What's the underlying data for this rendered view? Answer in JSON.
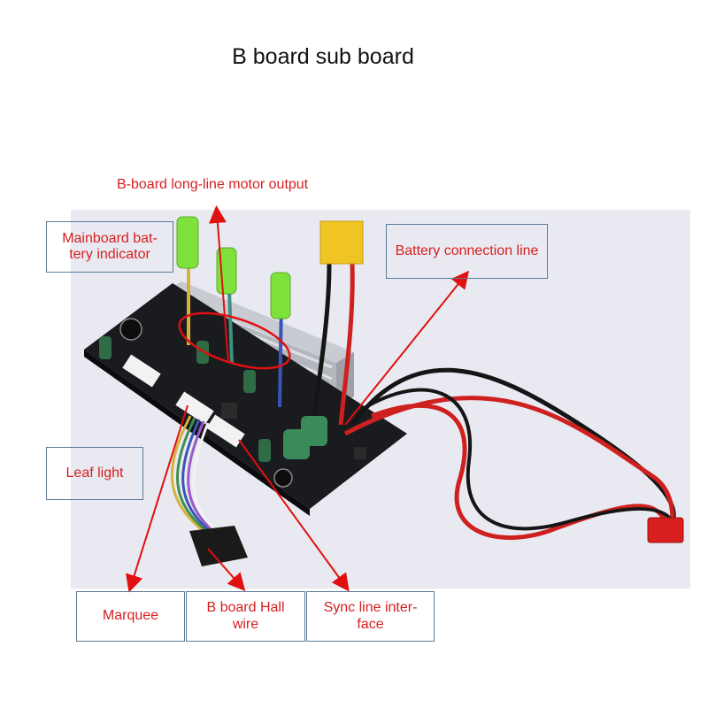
{
  "title": "B board sub board",
  "labels": {
    "motor_output": "B-board long-line motor output",
    "battery_indicator": "Mainboard bat-\ntery indicator",
    "battery_line": "Battery connection line",
    "leaf_light": "Leaf light",
    "marquee": "Marquee",
    "hall_wire": "B board Hall\nwire",
    "sync_line": "Sync line inter-\nface"
  },
  "colors": {
    "label_text": "#d61f1f",
    "box_border": "#5d7a97",
    "arrow": "#e01010",
    "photo_bg": "#e9eaf1"
  }
}
